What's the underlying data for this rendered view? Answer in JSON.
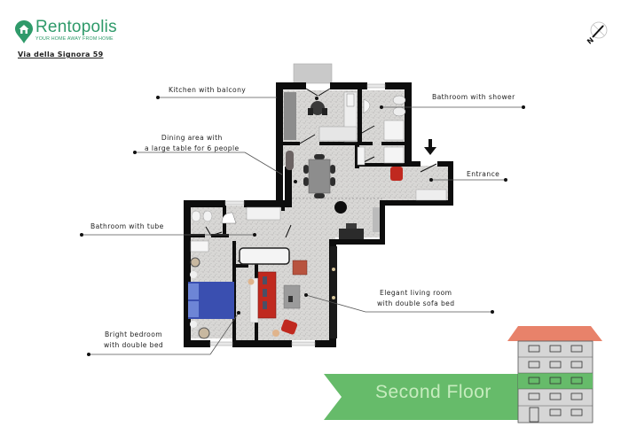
{
  "brand": {
    "name": "Rentopolis",
    "tagline": "YOUR HOME AWAY FROM HOME",
    "color": "#2f9a6a"
  },
  "address": "Via della Signora 59",
  "compass": {
    "icon": "north-compass-icon",
    "letter": "N"
  },
  "rooms": [
    {
      "id": "kitchen",
      "lines": [
        "Kitchen with balcony"
      ]
    },
    {
      "id": "dining",
      "lines": [
        "Dining area with",
        "a large table for 6 people"
      ]
    },
    {
      "id": "bath-shower",
      "lines": [
        "Bathroom with shower"
      ]
    },
    {
      "id": "entrance",
      "lines": [
        "Entrance"
      ]
    },
    {
      "id": "bath-tube",
      "lines": [
        "Bathroom with tube"
      ]
    },
    {
      "id": "living",
      "lines": [
        "Elegant living room",
        "with double sofa bed"
      ]
    },
    {
      "id": "bedroom",
      "lines": [
        "Bright bedroom",
        "with double bed"
      ]
    }
  ],
  "floor": {
    "label": "Second Floor",
    "ribbon_color": "#66bb6a",
    "roof_color": "#e8826a",
    "highlight_floor_index": 2,
    "total_floors": 5
  },
  "colors": {
    "wall": "#0d0d0d",
    "floor_fill": "#d9d8d6",
    "sofa": "#c0291f",
    "bed": "#3a4fb0",
    "leader": "#555555"
  }
}
